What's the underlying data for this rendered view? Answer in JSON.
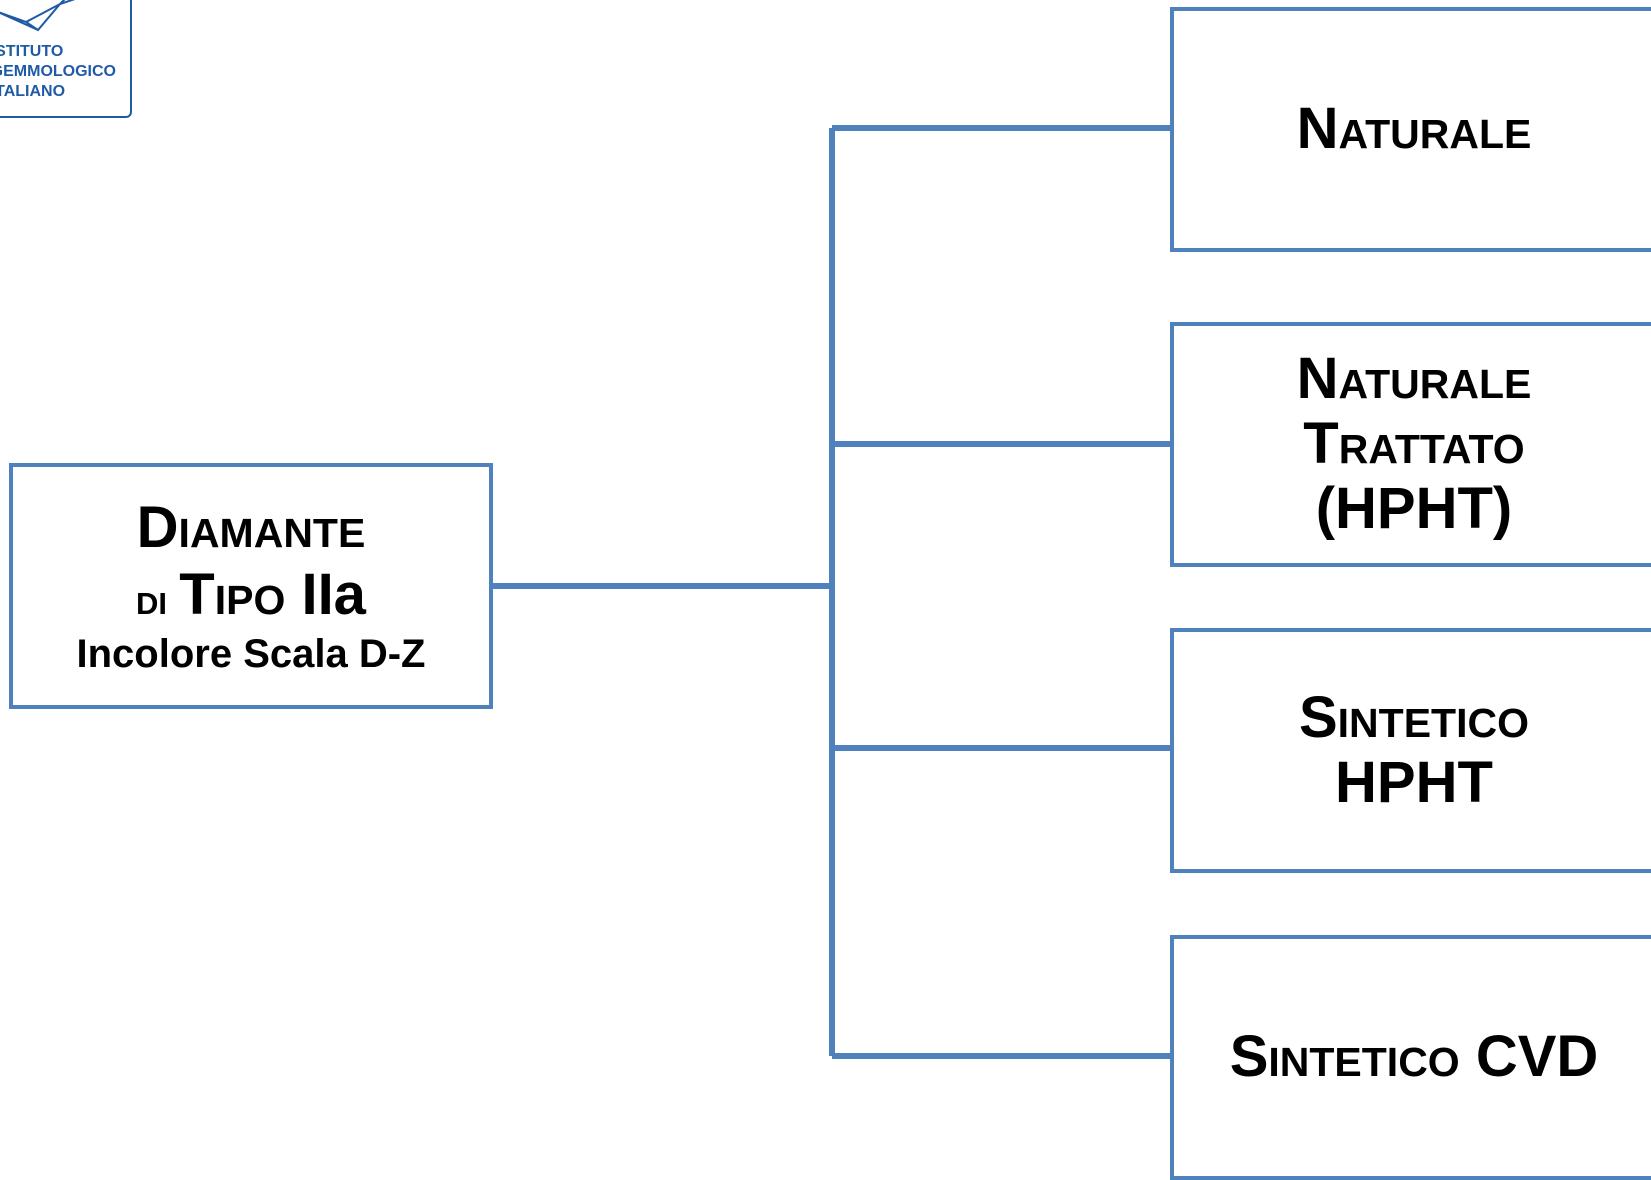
{
  "logo": {
    "lines": [
      "ISTITUTO",
      "GEMMOLOGICO",
      "ITALIANO"
    ],
    "color": "#1f5aa6"
  },
  "root": {
    "line1": "Diamante",
    "line2a": "di ",
    "line2b": "Tipo ",
    "line2c": "IIa",
    "line3": "Incolore Scala D-Z"
  },
  "branches": [
    {
      "line1": "Naturale"
    },
    {
      "line1": "Naturale",
      "line2": "Trattato",
      "line3": "(HPHT)"
    },
    {
      "line1": "Sintetico",
      "line2": "HPHT"
    },
    {
      "line1": "Sintetico ",
      "line1b": "CVD"
    }
  ],
  "colors": {
    "connector": "#4f81bd",
    "box_border": "#4f81bd"
  }
}
